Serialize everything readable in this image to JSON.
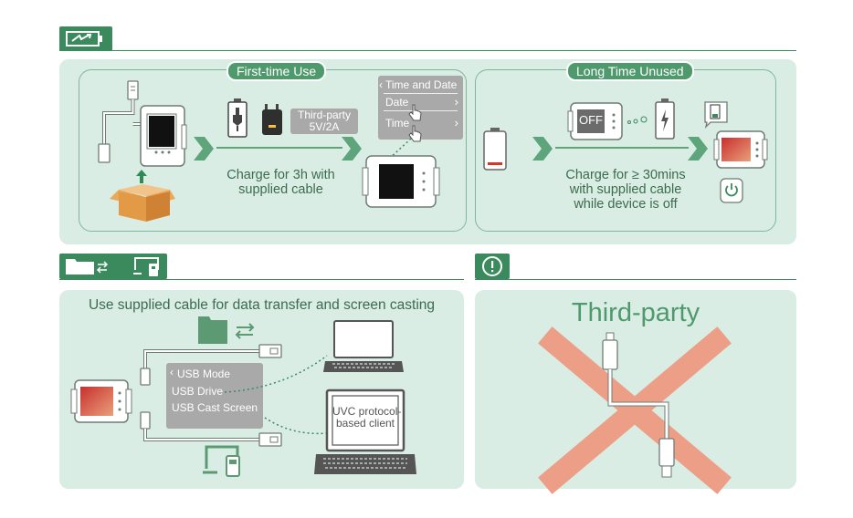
{
  "first_time": {
    "pill": "First-time Use",
    "adapter_label": "Third-party\n5V/2A",
    "caption": "Charge for 3h with\nsupplied cable",
    "menu": {
      "title": "Time and Date",
      "item1": "Date",
      "item2": "Time"
    }
  },
  "long_unused": {
    "pill": "Long Time Unused",
    "off_label": "OFF",
    "caption": "Charge for ≥ 30mins\nwith supplied cable\nwhile device is off"
  },
  "data_transfer": {
    "title": "Use supplied cable for data transfer and screen casting",
    "menu": {
      "title": "USB Mode",
      "item1": "USB Drive",
      "item2": "USB Cast Screen"
    },
    "client_label": "UVC protocol-\nbased client"
  },
  "warning": {
    "title": "Third-party"
  },
  "colors": {
    "brand_green": "#3a8a5e",
    "panel_bg": "#d9ede4",
    "arrow_green": "#5fa57c",
    "cross_salmon": "#ec9f86",
    "battery_low_red": "#d9342b",
    "menu_grey": "#a9a9a9"
  },
  "icons": [
    "battery-charging-icon",
    "folder-transfer-icon",
    "screen-cast-icon",
    "warning-icon",
    "usb-cable-icon",
    "device-icon",
    "box-icon",
    "battery-icon",
    "plug-icon",
    "adapter-icon",
    "arrow-right-icon",
    "laptop-icon",
    "hand-tap-icon",
    "power-icon",
    "cross-icon"
  ]
}
